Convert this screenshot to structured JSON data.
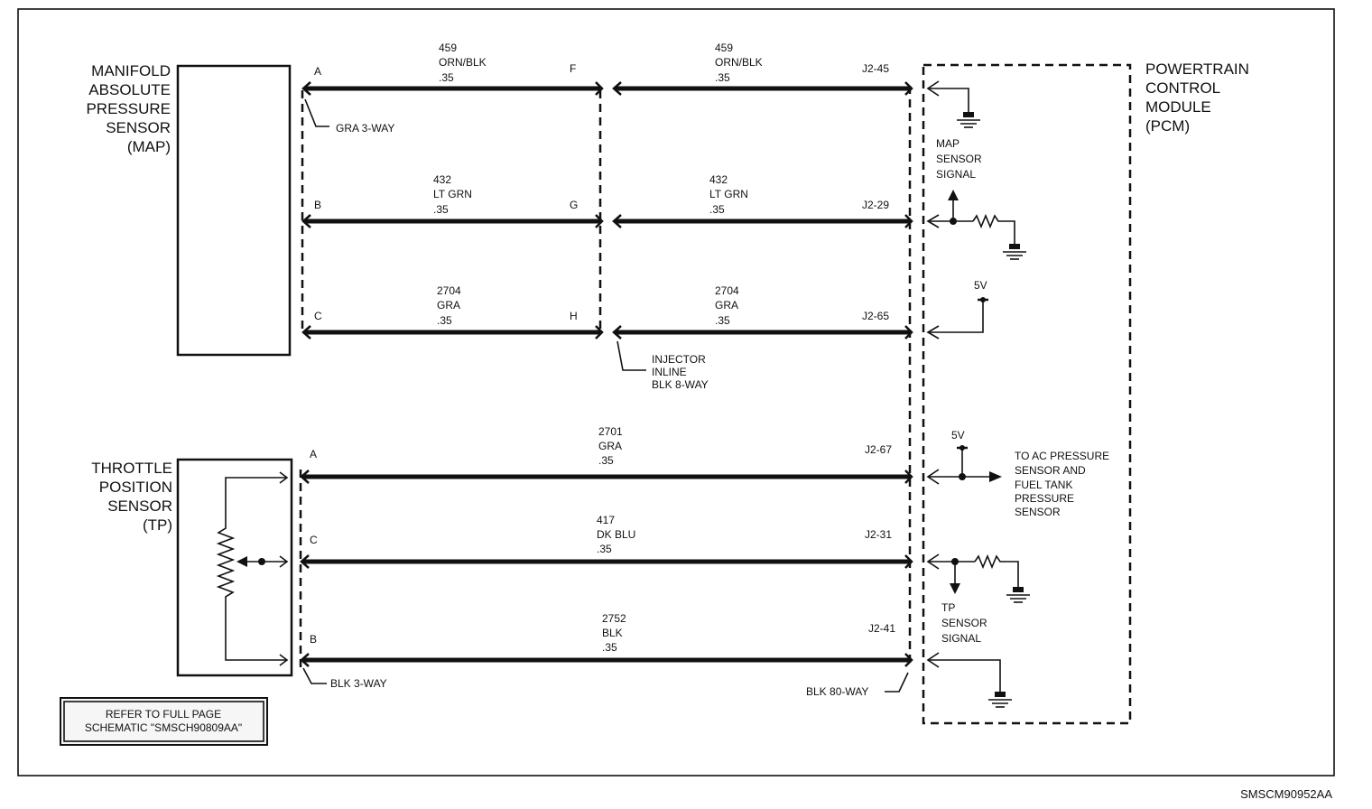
{
  "diagram": {
    "map_sensor": {
      "label_lines": [
        "MANIFOLD",
        "ABSOLUTE",
        "PRESSURE",
        "SENSOR",
        "(MAP)"
      ],
      "connector": "GRA 3-WAY"
    },
    "tp_sensor": {
      "label_lines": [
        "THROTTLE",
        "POSITION",
        "SENSOR",
        "(TP)"
      ],
      "connector": "BLK 3-WAY"
    },
    "pcm": {
      "label_lines": [
        "POWERTRAIN",
        "CONTROL",
        "MODULE",
        "(PCM)"
      ],
      "connector": "BLK 80-WAY"
    },
    "inline_connector": [
      "INJECTOR",
      "INLINE",
      "BLK 8-WAY"
    ],
    "wires": [
      {
        "pin_left": "A",
        "pin_mid": "F",
        "pcm_pin": "J2-45",
        "circuit": "459",
        "color": "ORN/BLK",
        "gauge": ".35"
      },
      {
        "pin_left": "B",
        "pin_mid": "G",
        "pcm_pin": "J2-29",
        "circuit": "432",
        "color": "LT GRN",
        "gauge": ".35"
      },
      {
        "pin_left": "C",
        "pin_mid": "H",
        "pcm_pin": "J2-65",
        "circuit": "2704",
        "color": "GRA",
        "gauge": ".35"
      },
      {
        "pin_left": "A",
        "pcm_pin": "J2-67",
        "circuit": "2701",
        "color": "GRA",
        "gauge": ".35"
      },
      {
        "pin_left": "C",
        "pcm_pin": "J2-31",
        "circuit": "417",
        "color": "DK BLU",
        "gauge": ".35"
      },
      {
        "pin_left": "B",
        "pcm_pin": "J2-41",
        "circuit": "2752",
        "color": "BLK",
        "gauge": ".35"
      }
    ],
    "map_signal": [
      "MAP",
      "SENSOR",
      "SIGNAL"
    ],
    "tp_signal": [
      "TP",
      "SENSOR",
      "SIGNAL"
    ],
    "voltage_map": "5V",
    "voltage_tp": "5V",
    "to_ac_lines": [
      "TO AC PRESSURE",
      "SENSOR AND",
      "FUEL TANK",
      "PRESSURE",
      "SENSOR"
    ],
    "refer_lines": [
      "REFER TO FULL PAGE",
      "SCHEMATIC \"SMSCH90809AA\""
    ],
    "figure_id": "SMSCM90952AA"
  }
}
